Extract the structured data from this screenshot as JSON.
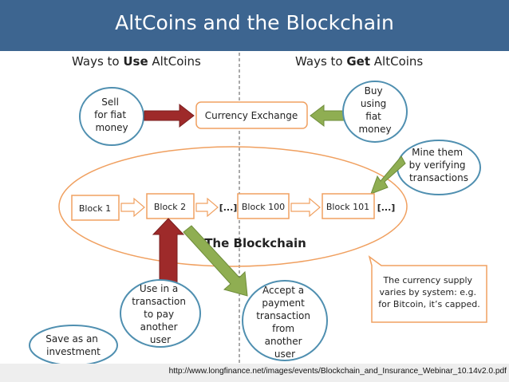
{
  "title": "AltCoins and the Blockchain",
  "headings": {
    "use_prefix": "Ways to ",
    "use_bold": "Use",
    "use_suffix": " AltCoins",
    "get_prefix": "Ways to ",
    "get_bold": "Get",
    "get_suffix": " AltCoins"
  },
  "exchange": "Currency Exchange",
  "bubbles": {
    "sell": [
      "Sell",
      "for fiat",
      "money"
    ],
    "buy": [
      "Buy",
      "using",
      "fiat",
      "money"
    ],
    "mine": [
      "Mine them",
      "by verifying",
      "transactions"
    ],
    "use_tx": [
      "Use in a",
      "transaction",
      "to pay",
      "another",
      "user"
    ],
    "accept": [
      "Accept a",
      "payment",
      "transaction",
      "from",
      "another",
      "user"
    ],
    "save": [
      "Save as an",
      "investment"
    ]
  },
  "blocks": [
    "Block 1",
    "Block 2",
    "Block 100",
    "Block 101"
  ],
  "ellipsis": [
    "[...]",
    "[...]"
  ],
  "blockchain_label": "The Blockchain",
  "note": [
    "The currency supply",
    "varies by system: e.g.",
    "for Bitcoin, it’s capped."
  ],
  "source_url": "http://www.longfinance.net/images/events/Blockchain_and_Insurance_Webinar_10.14v2.0.pdf",
  "colors": {
    "title_bar": "#3d6590",
    "bubble_stroke": "#4f8fb0",
    "orange": "#f0a060",
    "red_arrow": "#9e2a2a",
    "green_arrow": "#8fae52"
  }
}
